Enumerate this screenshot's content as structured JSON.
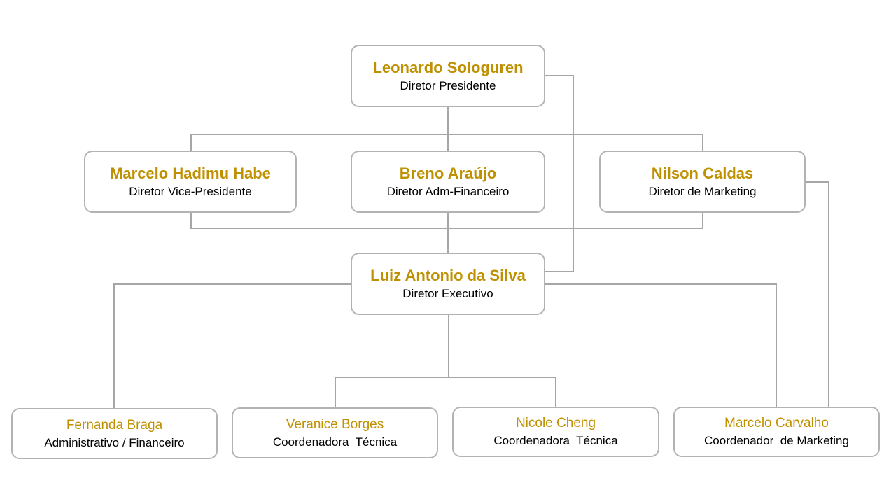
{
  "colors": {
    "name": "#bf9000",
    "role": "#000000",
    "border": "#b3b3b3",
    "connector": "#a6a6a6"
  },
  "nodes": {
    "president": {
      "name": "Leonardo Sologuren",
      "role": "Diretor Presidente"
    },
    "vice_president": {
      "name": "Marcelo Hadimu Habe",
      "role": "Diretor Vice-Presidente"
    },
    "adm_financeiro": {
      "name": "Breno Araújo",
      "role": "Diretor Adm-Financeiro"
    },
    "marketing_director": {
      "name": "Nilson Caldas",
      "role": "Diretor de Marketing"
    },
    "executive": {
      "name": "Luiz Antonio da Silva",
      "role": "Diretor Executivo"
    },
    "administrativo": {
      "name": "Fernanda Braga",
      "role": "Administrativo / Financeiro"
    },
    "coord_tecnica_1": {
      "name": "Veranice Borges",
      "role": "Coordenadora  Técnica"
    },
    "coord_tecnica_2": {
      "name": "Nicole Cheng",
      "role": "Coordenadora  Técnica"
    },
    "coord_marketing": {
      "name": "Marcelo Carvalho",
      "role": "Coordenador  de Marketing"
    }
  }
}
